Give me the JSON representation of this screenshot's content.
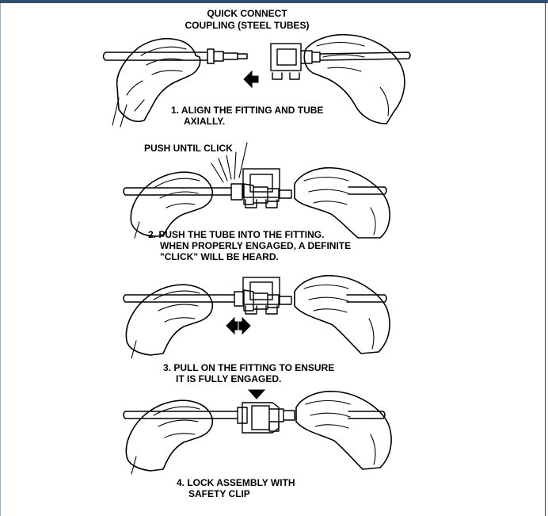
{
  "diagram": {
    "title_line1": "QUICK CONNECT",
    "title_line2": "COUPLING (STEEL TUBES)",
    "steps": [
      {
        "line1": "1. ALIGN THE FITTING AND TUBE",
        "line2": "AXIALLY."
      },
      {
        "callout": "PUSH UNTIL CLICK",
        "line1": "2. PUSH THE TUBE INTO THE FITTING.",
        "line2": "WHEN PROPERLY ENGAGED, A DEFINITE",
        "line3": "\"CLICK\" WILL BE HEARD."
      },
      {
        "line1": "3. PULL ON THE FITTING TO ENSURE",
        "line2": "IT IS FULLY ENGAGED."
      },
      {
        "line1": "4. LOCK ASSEMBLY WITH",
        "line2": "SAFETY CLIP"
      }
    ]
  },
  "colors": {
    "ink": "#000000",
    "frame_top": "#2f4f6f",
    "frame_right": "#1a3d5e"
  }
}
